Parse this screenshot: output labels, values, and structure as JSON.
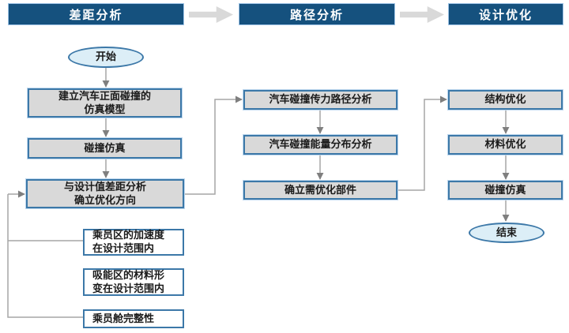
{
  "diagram": {
    "phases": [
      {
        "label": "差距分析"
      },
      {
        "label": "路径分析"
      },
      {
        "label": "设计优化"
      }
    ],
    "gap_column": {
      "start": "开始",
      "build_model": "建立汽车正面碰撞的\n仿真模型",
      "crash_sim": "碰撞仿真",
      "gap_analysis": "与设计值差距分析\n确立优化方向",
      "criteria": {
        "acceleration": "乘员区的加速度\n在设计范围内",
        "material_deformation": "吸能区的材料形\n变在设计范围内",
        "cabin_integrity": "乘员舱完整性"
      }
    },
    "path_column": {
      "force_path": "汽车碰撞传力路径分析",
      "energy_distribution": "汽车碰撞能量分布分析",
      "confirm_parts": "确立需优化部件"
    },
    "optimize_column": {
      "structure": "结构优化",
      "material": "材料优化",
      "crash_sim": "碰撞仿真",
      "end": "结束"
    }
  },
  "colors": {
    "header_bg": "#15517E",
    "header_text": "#FFFFFF",
    "box_border": "#3C78A8",
    "box_fill_gray": "#D9D9D9",
    "box_fill_white": "#FFFFFF",
    "terminator_fill": "#DCEEF7",
    "connector": "#A6A6A6",
    "arrowhead": "#7F7F7F",
    "block_arrow": "#D9D9D9"
  }
}
